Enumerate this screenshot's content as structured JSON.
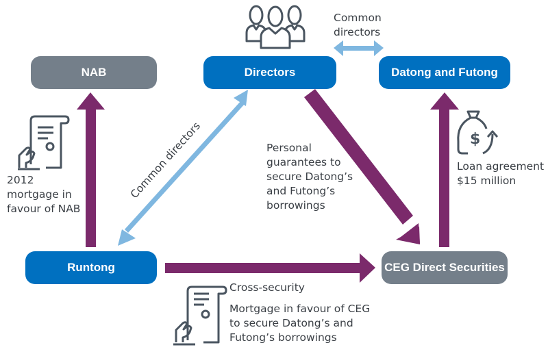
{
  "nodes": {
    "nab": "NAB",
    "directors": "Directors",
    "datong_futong": "Datong and Futong",
    "runtong": "Runtong",
    "ceg": "CEG Direct Securities"
  },
  "labels": {
    "common_directors_top": "Common\ndirectors",
    "common_directors_diag": "Common directors",
    "mortgage_nab": "2012\nmortgage in\nfavour of NAB",
    "personal_guarantees": "Personal\nguarantees to\nsecure Datong’s\nand Futong’s\nborrowings",
    "loan_agreement": "Loan agreement\n$15 million",
    "cross_security_title": "Cross-security",
    "cross_security_body": "Mortgage in favour of CEG\nto secure Datong’s and\nFutong’s borrowings"
  },
  "colors": {
    "node_blue": "#0070c0",
    "node_grey": "#747f8a",
    "arrow_purple": "#7b2a6b",
    "arrow_lightblue": "#7fb7e0",
    "icon_stroke": "#4a5560"
  },
  "icons": [
    "people-group-icon",
    "certificate-hand-icon",
    "money-bag-icon"
  ]
}
